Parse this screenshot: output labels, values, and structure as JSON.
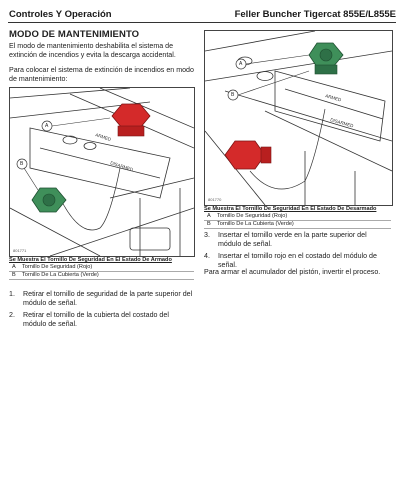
{
  "header": {
    "left": "Controles Y Operación",
    "right": "Feller Buncher Tigercat 855E/L855E"
  },
  "section_title": "MODO DE MANTENIMIENTO",
  "intro": [
    "El modo de mantenimiento deshabilita el sistema de extinción de incendios y evita la descarga accidental.",
    "Para colocar el sistema de extinción de incendios en modo de mantenimiento:"
  ],
  "figures": {
    "left": {
      "code": "801771",
      "callouts": [
        "A",
        "B"
      ]
    },
    "right": {
      "code": "801770",
      "callouts": [
        "A",
        "B"
      ]
    }
  },
  "captions": {
    "left": {
      "title": "Se Muestra El Tornillo De Seguridad En El Estado De Armado",
      "rows": [
        {
          "key": "A",
          "text": "Tornillo De Seguridad (Rojo)"
        },
        {
          "key": "B",
          "text": "Tornillo De La Cubierta (Verde)"
        }
      ]
    },
    "right": {
      "title": "Se Muestra El Tornillo De Seguridad En El Estado De Desarmado",
      "rows": [
        {
          "key": "A",
          "text": "Tornillo De Seguridad (Rojo)"
        },
        {
          "key": "B",
          "text": "Tornillo De La Cubierta (Verde)"
        }
      ]
    }
  },
  "steps_left": [
    {
      "num": "1.",
      "text": "Retirar el tornillo de seguridad de la parte superior del módulo de señal."
    },
    {
      "num": "2.",
      "text": "Retirar el tornillo de la cubierta del costado del módulo de señal."
    }
  ],
  "steps_right": [
    {
      "num": "3.",
      "text": "Insertar el tornillo verde en la parte superior del módulo de señal."
    },
    {
      "num": "4.",
      "text": "Insertar el tornillo rojo en el costado del módulo de señal."
    }
  ],
  "closing": "Para armar el acumulador del pistón, invertir el proceso.",
  "colors": {
    "red_screw": "#d42a2a",
    "green_screw": "#3f8f5a",
    "line": "#333333"
  }
}
